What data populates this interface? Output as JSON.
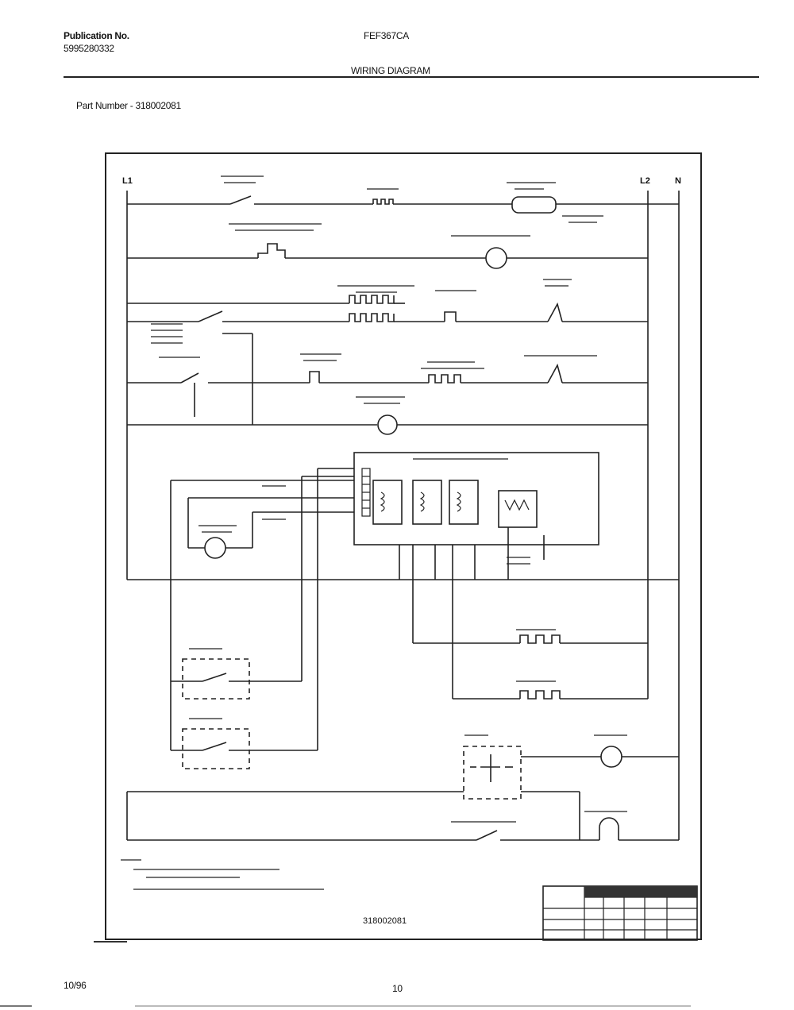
{
  "header": {
    "publication_label": "Publication No.",
    "publication_number": "5995280332",
    "model": "FEF367CA",
    "section_title": "WIRING DIAGRAM",
    "part_number_label": "Part Number - 318002081"
  },
  "diagram": {
    "terminal_labels": [
      "L1",
      "L2",
      "N"
    ],
    "drawing_number": "318002081"
  },
  "footer": {
    "date": "10/96",
    "page_number": "10"
  }
}
